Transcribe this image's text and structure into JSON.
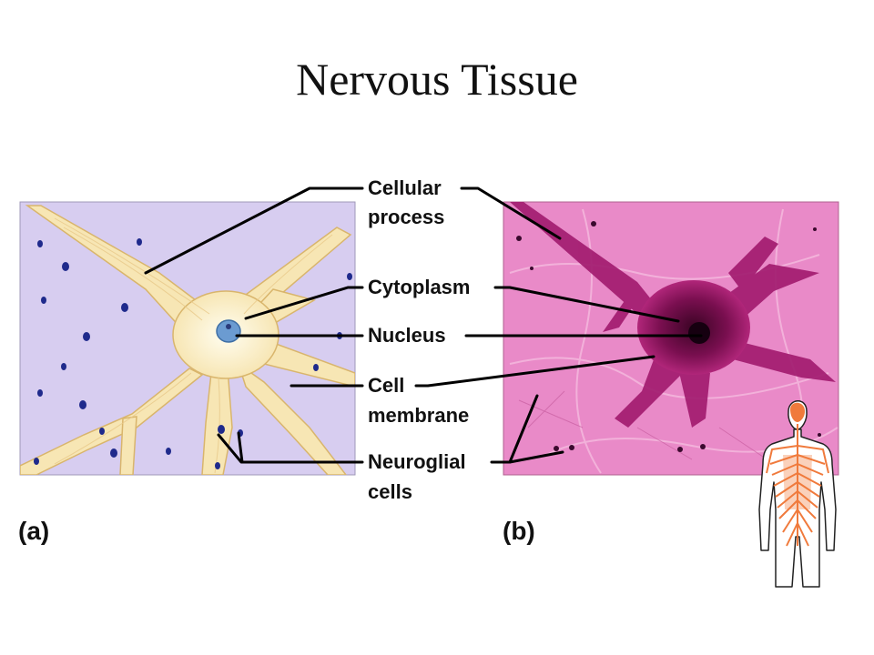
{
  "title": "Nervous Tissue",
  "labels": {
    "cellular_process": [
      "Cellular",
      "process"
    ],
    "cytoplasm": [
      "Cytoplasm"
    ],
    "nucleus": [
      "Nucleus"
    ],
    "cell_membrane": [
      "Cell",
      "membrane"
    ],
    "neuroglial_cells": [
      "Neuroglial",
      "cells"
    ]
  },
  "panels": {
    "a": "(a)",
    "b": "(b)"
  },
  "colors": {
    "panel_a_bg": "#d7cdf0",
    "neuron_a": "#f7e6b4",
    "nucleus_a": "#6b9bd1",
    "glial_dots": "#1f2a8c",
    "panel_b_bg": "#e98ac8",
    "neuron_b": "#a11a6e",
    "spine": "#f07a3c"
  }
}
